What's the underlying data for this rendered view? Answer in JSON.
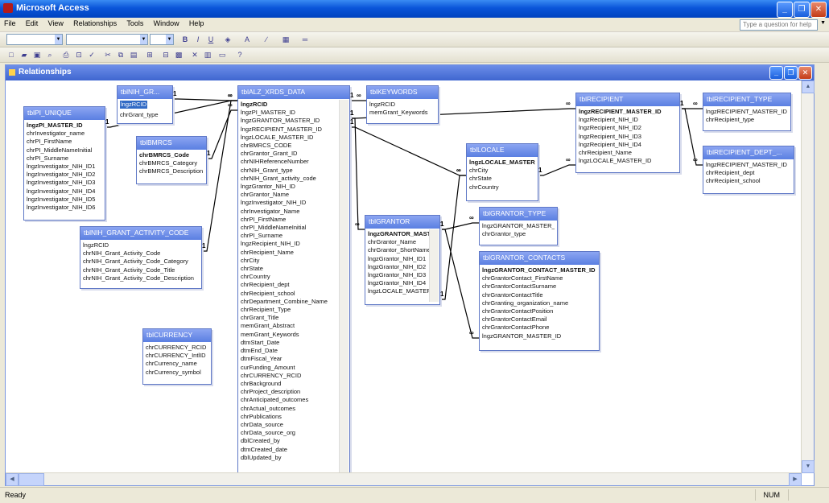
{
  "app": {
    "title": "Microsoft Access"
  },
  "menu": [
    "File",
    "Edit",
    "View",
    "Relationships",
    "Tools",
    "Window",
    "Help"
  ],
  "help_placeholder": "Type a question for help",
  "window": {
    "title": "Relationships"
  },
  "status": {
    "left": "Ready",
    "right": "NUM"
  },
  "tables": [
    {
      "id": "tblPI_UNIQUE",
      "title": "tblPI_UNIQUE",
      "fields": [
        "lngzPI_MASTER_ID",
        "chrInvestigator_name",
        "chrPI_FirstName",
        "chrPI_MiddleNameInitial",
        "chrPI_Surname",
        "lngzInvestigator_NIH_ID1",
        "lngzInvestigator_NIH_ID2",
        "lngzInvestigator_NIH_ID3",
        "lngzInvestigator_NIH_ID4",
        "lngzInvestigator_NIH_ID5",
        "lngzInvestigator_NIH_ID6"
      ],
      "pk": [
        0
      ]
    },
    {
      "id": "tblNIH_GR",
      "title": "tblNIH_GR...",
      "fields": [
        "lngzRCID",
        "chrGrant_type"
      ],
      "pk": [],
      "sel": 0
    },
    {
      "id": "tblBMRCS",
      "title": "tblBMRCS",
      "fields": [
        "chrBMRCS_Code",
        "chrBMRCS_Category",
        "chrBMRCS_Description"
      ],
      "pk": [
        0
      ]
    },
    {
      "id": "tblNIH_GRANT_ACTIVITY_CODE",
      "title": "tblNIH_GRANT_ACTIVITY_CODE",
      "fields": [
        "lngzRCID",
        "chrNIH_Grant_Activity_Code",
        "chrNIH_Grant_Activity_Code_Category",
        "chrNIH_Grant_Activity_Code_Title",
        "chrNIH_Grant_Activity_Code_Description"
      ],
      "pk": []
    },
    {
      "id": "tblCURRENCY",
      "title": "tblCURRENCY",
      "fields": [
        "chrCURRENCY_RCID",
        "chrCURRENCY_IntlID",
        "chrCurrency_name",
        "chrCurrency_symbol"
      ],
      "pk": []
    },
    {
      "id": "tblALZ_XRDS_DATA",
      "title": "tblALZ_XRDS_DATA",
      "fields": [
        "lngzRCID",
        "lngzPI_MASTER_ID",
        "lngzGRANTOR_MASTER_ID",
        "lngzRECIPIENT_MASTER_ID",
        "lngzLOCALE_MASTER_ID",
        "chrBMRCS_CODE",
        "chrGrantor_Grant_ID",
        "chrNIHReferenceNumber",
        "chrNIH_Grant_type",
        "chrNIH_Grant_activity_code",
        "lngzGrantor_NIH_ID",
        "chrGrantor_Name",
        "lngzInvestigator_NIH_ID",
        "chrInvestigator_Name",
        "chrPI_FirstName",
        "chrPI_MiddleNameInitial",
        "chrPI_Surname",
        "lngzRecipient_NIH_ID",
        "chrRecipient_Name",
        "chrCity",
        "chrState",
        "chrCountry",
        "chrRecipient_dept",
        "chrRecipient_school",
        "chrDepartment_Combine_Name",
        "chrRecipient_Type",
        "chrGrant_Title",
        "memGrant_Abstract",
        "memGrant_Keywords",
        "dtmStart_Date",
        "dtmEnd_Date",
        "dtmFiscal_Year",
        "curFunding_Amount",
        "chrCURRENCY_RCID",
        "chrBackground",
        "chrProject_description",
        "chrAnticipated_outcomes",
        "chrActual_outcomes",
        "chrPublications",
        "chrData_source",
        "chrData_source_org",
        "dblCreated_by",
        "dtmCreated_date",
        "dblUpdated_by"
      ],
      "pk": [
        0
      ]
    },
    {
      "id": "tblKEYWORDS",
      "title": "tblKEYWORDS",
      "fields": [
        "lngzRCID",
        "memGrant_Keywords"
      ],
      "pk": []
    },
    {
      "id": "tblGRANTOR",
      "title": "tblGRANTOR",
      "fields": [
        "lngzGRANTOR_MASTER_",
        "chrGrantor_Name",
        "chrGrantor_ShortName",
        "lngzGrantor_NIH_ID1",
        "lngzGrantor_NIH_ID2",
        "lngzGrantor_NIH_ID3",
        "lngzGrantor_NIH_ID4",
        "lngzLOCALE_MASTER_II"
      ],
      "pk": [
        0
      ]
    },
    {
      "id": "tblLOCALE",
      "title": "tblLOCALE",
      "fields": [
        "lngzLOCALE_MASTER_I",
        "chrCity",
        "chrState",
        "chrCountry"
      ],
      "pk": [
        0
      ]
    },
    {
      "id": "tblGRANTOR_TYPE",
      "title": "tblGRANTOR_TYPE",
      "fields": [
        "lngzGRANTOR_MASTER_",
        "chrGrantor_type"
      ],
      "pk": []
    },
    {
      "id": "tblGRANTOR_CONTACTS",
      "title": "tblGRANTOR_CONTACTS",
      "fields": [
        "lngzGRANTOR_CONTACT_MASTER_ID",
        "chrGrantorContact_FirstName",
        "chrGrantorContactSurname",
        "chrGrantorContactTitle",
        "chrGranting_organization_name",
        "chrGrantorContactPosition",
        "chrGrantorContactEmail",
        "chrGrantorContactPhone",
        "lngzGRANTOR_MASTER_ID"
      ],
      "pk": [
        0
      ]
    },
    {
      "id": "tblRECIPIENT",
      "title": "tblRECIPIENT",
      "fields": [
        "lngzRECIPIENT_MASTER_ID",
        "lngzRecipient_NIH_ID",
        "lngzRecipient_NIH_ID2",
        "lngzRecipient_NIH_ID3",
        "lngzRecipient_NIH_ID4",
        "chrRecipient_Name",
        "lngzLOCALE_MASTER_ID"
      ],
      "pk": [
        0
      ]
    },
    {
      "id": "tblRECIPIENT_TYPE",
      "title": "tblRECIPIENT_TYPE",
      "fields": [
        "lngzRECIPIENT_MASTER_ID",
        "chrRecipient_type"
      ],
      "pk": []
    },
    {
      "id": "tblRECIPIENT_DEPT",
      "title": "tblRECIPIENT_DEPT_...",
      "fields": [
        "lngzRECIPIENT_MASTER_ID",
        "chrRecipient_dept",
        "chrRecipient_school"
      ],
      "pk": []
    }
  ],
  "relation_labels": {
    "one": "1",
    "many": "∞"
  }
}
